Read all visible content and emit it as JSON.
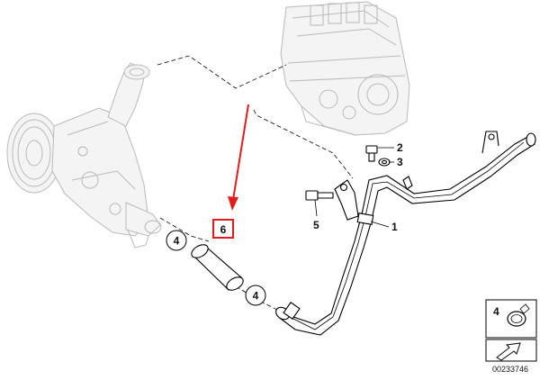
{
  "callouts": {
    "pipe": "1",
    "screw": "2",
    "seal": "3",
    "clamp_upper": "4",
    "clamp_lower": "4",
    "bolt": "5",
    "hose": "6",
    "legend_clamp": "4"
  },
  "diagram_number": "00233746",
  "highlight_color": "#e31b1b"
}
